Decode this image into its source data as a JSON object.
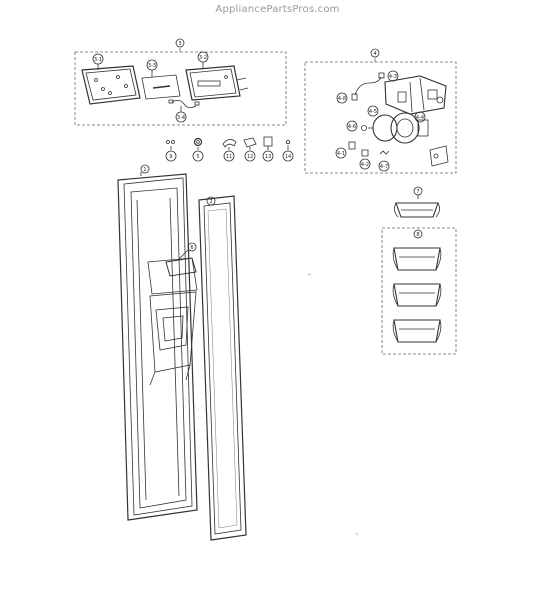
{
  "watermark": "AppliancePartsPros.com",
  "callouts": {
    "group_panel": "3",
    "panel_left": "3-1",
    "panel_mid": "3-3",
    "panel_right": "3-2",
    "panel_wire": "3-4",
    "group_dispenser": "4",
    "disp_a": "4-3",
    "disp_b": "4-8",
    "disp_c": "4-5",
    "disp_d": "4-6",
    "disp_e": "4-4",
    "disp_f": "4-1",
    "disp_g": "4-2",
    "disp_h": "4-7",
    "small_9": "9",
    "small_5": "5",
    "small_11": "11",
    "small_12": "12",
    "small_13": "13",
    "small_14": "14",
    "door": "1",
    "gasket": "2",
    "dispenser_cover": "6",
    "bin_top": "7",
    "bin_group": "8"
  }
}
